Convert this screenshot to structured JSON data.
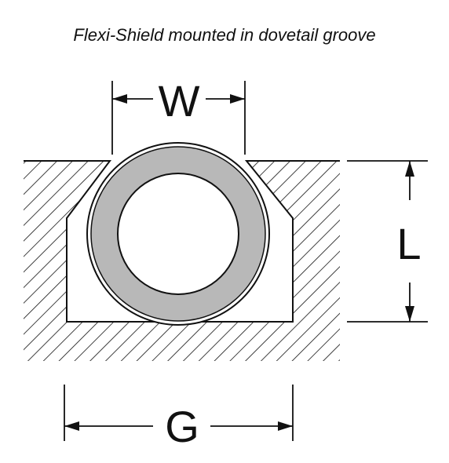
{
  "title": "Flexi-Shield mounted in dovetail groove",
  "dimensions": {
    "width_label": "W",
    "length_label": "L",
    "groove_label": "G"
  },
  "colors": {
    "line": "#111111",
    "seal_fill": "#b8b8b8",
    "background": "#ffffff"
  }
}
